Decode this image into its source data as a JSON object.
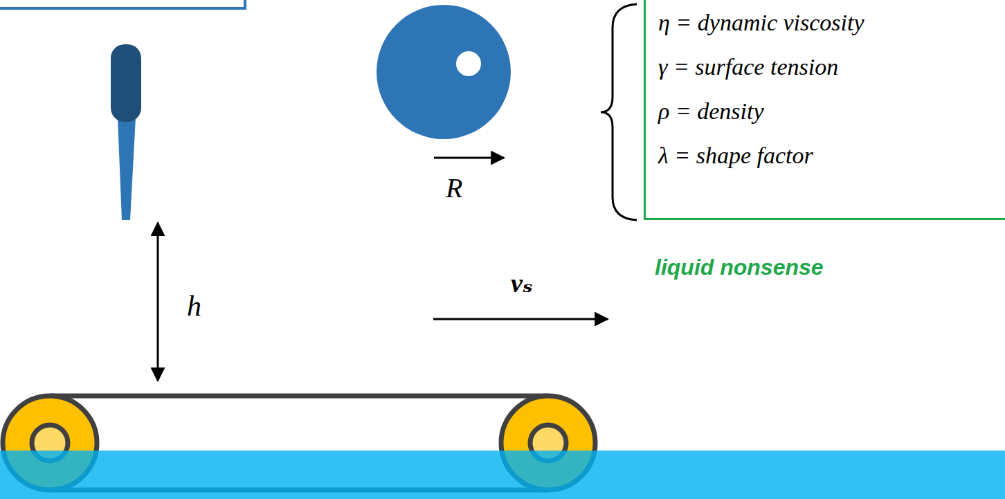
{
  "diagram": {
    "nodes": [
      {
        "text": [
          "η = dynamic viscosity",
          "γ = surface tension",
          "ρ = density",
          "λ = shape factor"
        ]
      }
    ],
    "labels": [
      "h",
      "R",
      "vₛ",
      "liquid nonsense"
    ]
  }
}
